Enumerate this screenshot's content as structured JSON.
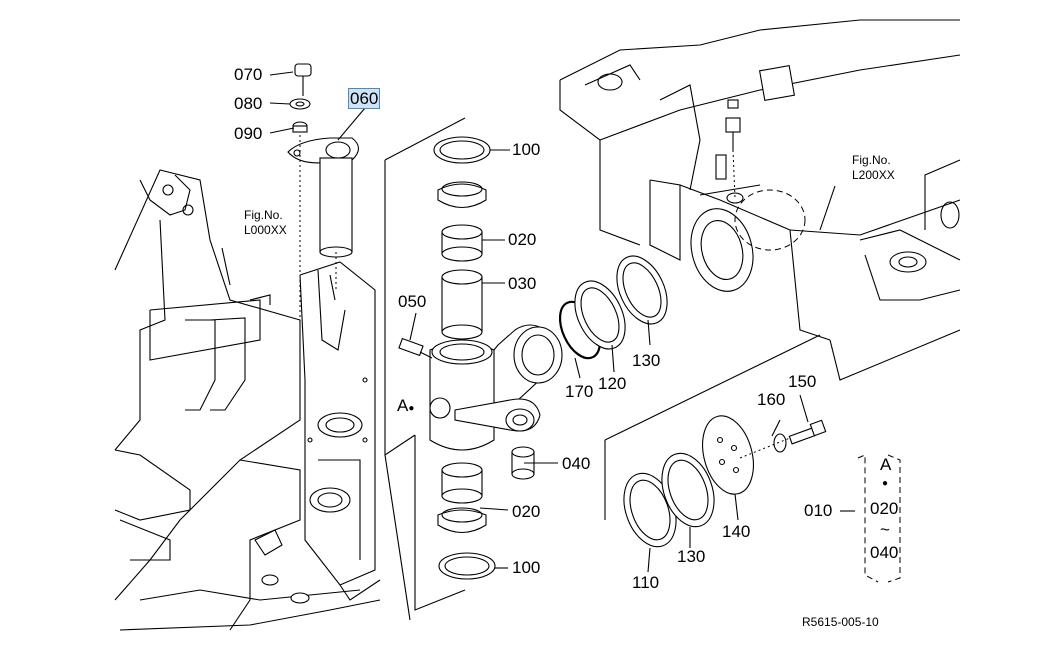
{
  "diagram": {
    "reference_code": "R5615-005-10",
    "figure_refs": [
      {
        "id": "left",
        "line1": "Fig.No.",
        "line2": "L000XX"
      },
      {
        "id": "right",
        "line1": "Fig.No.",
        "line2": "L200XX"
      }
    ],
    "part_labels": {
      "p070": "070",
      "p080": "080",
      "p090": "090",
      "p060": "060",
      "p100_top": "100",
      "p020_top": "020",
      "p030": "030",
      "p050": "050",
      "pA": "A",
      "p170": "170",
      "p120": "120",
      "p130_top": "130",
      "p040": "040",
      "p020_bottom": "020",
      "p100_bottom": "100",
      "p160": "160",
      "p150": "150",
      "p110": "110",
      "p130_bottom": "130",
      "p140": "140",
      "p010": "010"
    },
    "kit_group": {
      "label_a": "A",
      "dot": "●",
      "from": "020",
      "tilde": "~",
      "to": "040"
    },
    "highlighted_part": "060"
  }
}
